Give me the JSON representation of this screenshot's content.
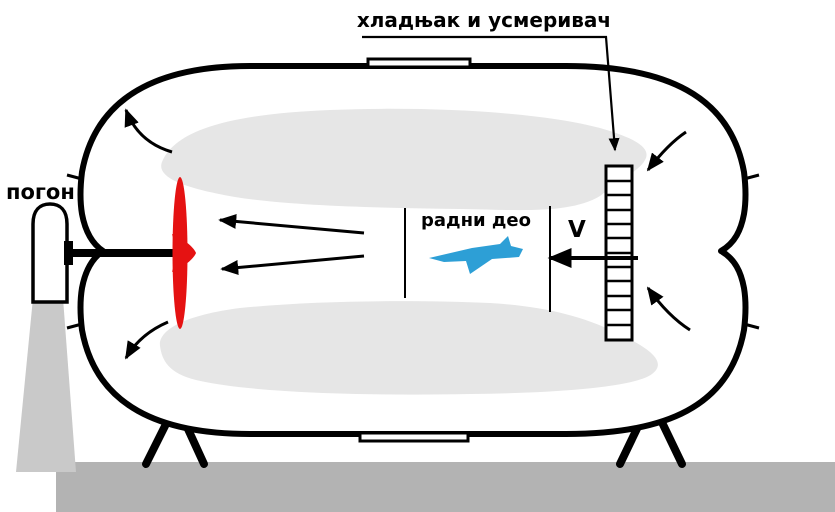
{
  "diagram": {
    "labels": {
      "cooler_straightener": "хладњак и усмеривач",
      "drive": "погон",
      "working_section": "радни део",
      "velocity": "V"
    },
    "colors": {
      "outline": "#000000",
      "propeller": "#e51212",
      "airplane": "#2d9fd6",
      "inner_wall": "#e6e6e6",
      "ground": "#b3b3b3",
      "pedestal": "#c9c9c9",
      "background": "#ffffff"
    }
  }
}
